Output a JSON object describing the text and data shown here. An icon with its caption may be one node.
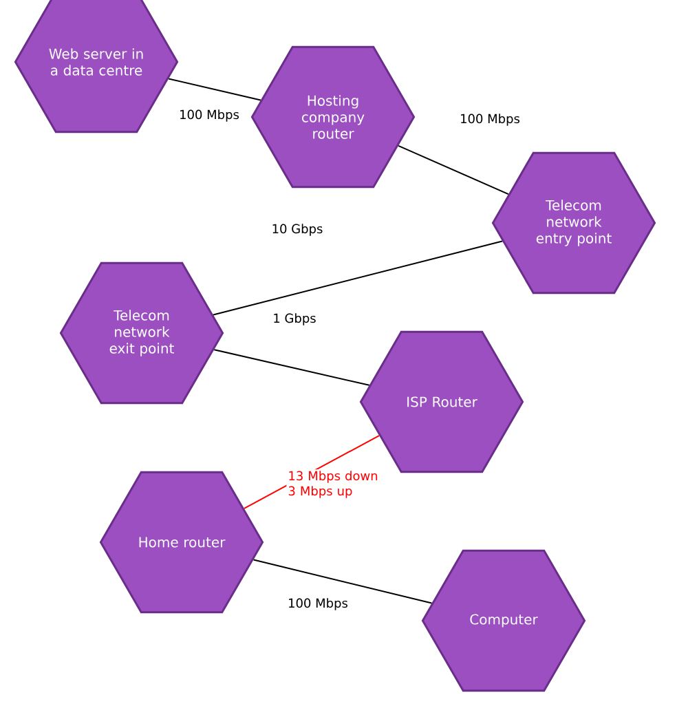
{
  "diagram": {
    "nodes": [
      {
        "text": [
          "Web server in a data centre"
        ]
      },
      {
        "text": [
          "Hosting company router"
        ]
      },
      {
        "text": [
          "Telecom network entry point"
        ]
      },
      {
        "text": [
          "Telecom network exit point"
        ]
      },
      {
        "text": [
          "ISP Router"
        ]
      },
      {
        "text": [
          "Home router"
        ]
      },
      {
        "text": [
          "Computer"
        ]
      }
    ],
    "edges": [
      {
        "from": 0,
        "to": 1,
        "arrow": "none",
        "label": "100 Mbps"
      },
      {
        "from": 1,
        "to": 2,
        "arrow": "none",
        "label": "100 Mbps"
      },
      {
        "from": 2,
        "to": 3,
        "arrow": "none",
        "label": "10 Gbps"
      },
      {
        "from": 3,
        "to": 4,
        "arrow": "none",
        "label": "1 Gbps"
      },
      {
        "from": 4,
        "to": 5,
        "arrow": "none",
        "label": "13 Mbps down 3 Mbps up",
        "color": "#ff0000"
      },
      {
        "from": 5,
        "to": 6,
        "arrow": "none",
        "label": "100 Mbps"
      }
    ]
  }
}
